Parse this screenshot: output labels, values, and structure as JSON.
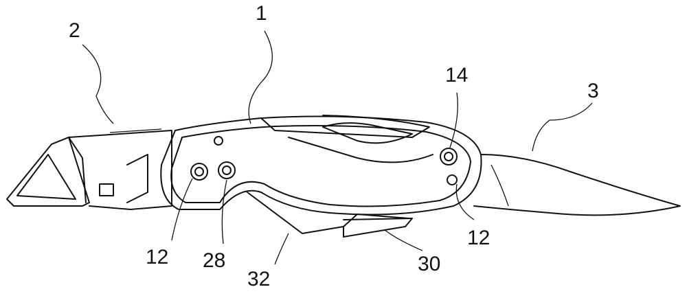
{
  "figure": {
    "labels": {
      "handle": "1",
      "utility_blade_holder": "2",
      "blade": "3",
      "pivot_screw": "14",
      "screw_left": "12",
      "screw_right": "12",
      "button": "28",
      "lever": "32",
      "release_tab": "30"
    }
  }
}
